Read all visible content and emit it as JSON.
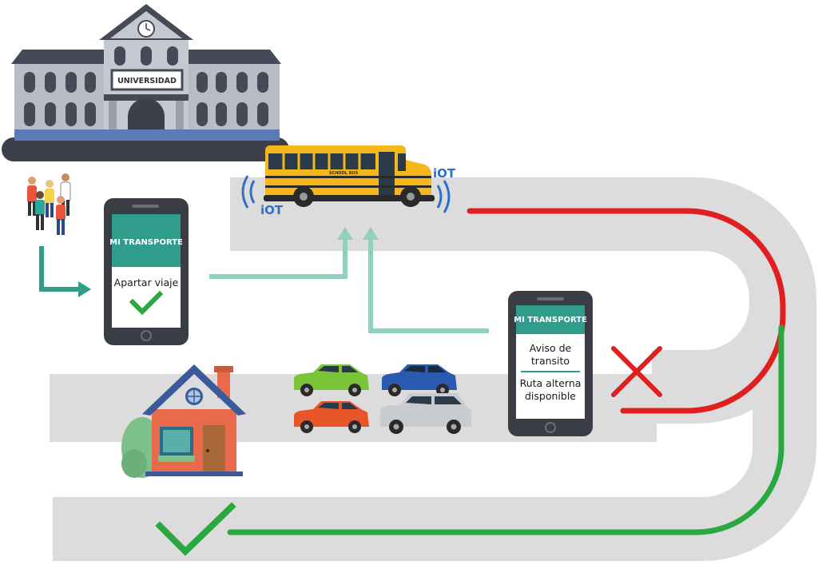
{
  "university": {
    "sign": "UNIVERSIDAD"
  },
  "bus": {
    "side_text": "SCHOOL BUS"
  },
  "iot": {
    "left_label": "iOT",
    "right_label": "iOT"
  },
  "phone_left": {
    "header": "MI TRANSPORTE",
    "message": "Apartar viaje",
    "status_icon": "check-icon"
  },
  "phone_right": {
    "header": "MI TRANSPORTE",
    "alert_line1": "Aviso de",
    "alert_line2": "transito",
    "route_line1": "Ruta alterna",
    "route_line2": "disponible"
  },
  "colors": {
    "road": "#dcdcdc",
    "blocked_route": "#e02020",
    "alternate_route": "#2aa840",
    "app_teal": "#2f9c8c",
    "flow_arrow": "#8fd1c1",
    "iot_blue": "#2e6fc9",
    "bus_yellow": "#f5b71a",
    "house_orange": "#e86a4a",
    "building_gray": "#b8bcc4"
  }
}
